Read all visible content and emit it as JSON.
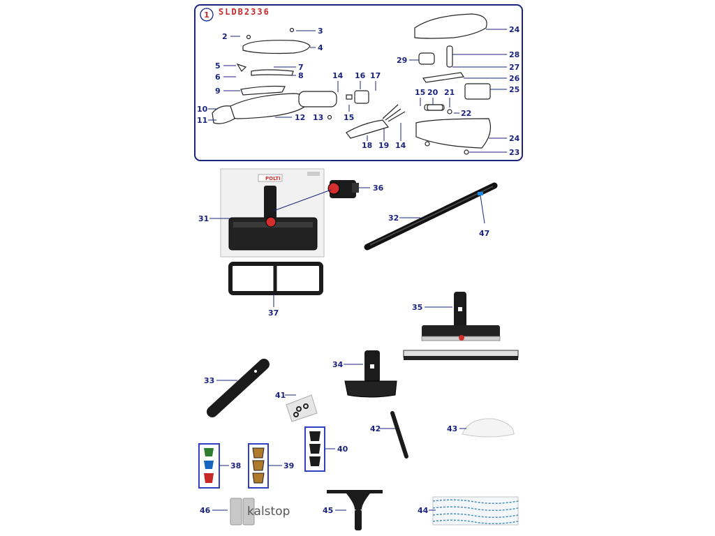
{
  "header": {
    "section_number": "1",
    "model_code": "SLDB2336"
  },
  "parts": [
    {
      "id": "p2",
      "label": "2"
    },
    {
      "id": "p3",
      "label": "3"
    },
    {
      "id": "p4",
      "label": "4"
    },
    {
      "id": "p5",
      "label": "5"
    },
    {
      "id": "p6",
      "label": "6"
    },
    {
      "id": "p7",
      "label": "7"
    },
    {
      "id": "p8",
      "label": "8"
    },
    {
      "id": "p9",
      "label": "9"
    },
    {
      "id": "p10",
      "label": "10"
    },
    {
      "id": "p11",
      "label": "11"
    },
    {
      "id": "p12",
      "label": "12"
    },
    {
      "id": "p13",
      "label": "13"
    },
    {
      "id": "p14a",
      "label": "14"
    },
    {
      "id": "p15a",
      "label": "15"
    },
    {
      "id": "p16",
      "label": "16"
    },
    {
      "id": "p17",
      "label": "17"
    },
    {
      "id": "p18",
      "label": "18"
    },
    {
      "id": "p19",
      "label": "19"
    },
    {
      "id": "p14b",
      "label": "14"
    },
    {
      "id": "p15b",
      "label": "15"
    },
    {
      "id": "p20",
      "label": "20"
    },
    {
      "id": "p21",
      "label": "21"
    },
    {
      "id": "p22",
      "label": "22"
    },
    {
      "id": "p23",
      "label": "23"
    },
    {
      "id": "p24a",
      "label": "24"
    },
    {
      "id": "p24b",
      "label": "24"
    },
    {
      "id": "p25",
      "label": "25"
    },
    {
      "id": "p26",
      "label": "26"
    },
    {
      "id": "p27",
      "label": "27"
    },
    {
      "id": "p28",
      "label": "28"
    },
    {
      "id": "p29",
      "label": "29"
    },
    {
      "id": "p31",
      "label": "31"
    },
    {
      "id": "p32",
      "label": "32"
    },
    {
      "id": "p33",
      "label": "33"
    },
    {
      "id": "p34",
      "label": "34"
    },
    {
      "id": "p35",
      "label": "35"
    },
    {
      "id": "p36",
      "label": "36"
    },
    {
      "id": "p37",
      "label": "37"
    },
    {
      "id": "p38",
      "label": "38"
    },
    {
      "id": "p39",
      "label": "39"
    },
    {
      "id": "p40",
      "label": "40"
    },
    {
      "id": "p41",
      "label": "41"
    },
    {
      "id": "p42",
      "label": "42"
    },
    {
      "id": "p43",
      "label": "43"
    },
    {
      "id": "p44",
      "label": "44"
    },
    {
      "id": "p45",
      "label": "45"
    },
    {
      "id": "p46",
      "label": "46"
    },
    {
      "id": "p47",
      "label": "47"
    }
  ],
  "product_texts": {
    "packaging_brand": "POLTI",
    "kalstop_logo": "kalstop"
  },
  "colors": {
    "frame": "#1a237e",
    "title": "#c62828",
    "highlight_box": "#2f3fbf",
    "nozzle_green": "#2e7d32",
    "nozzle_blue": "#1565c0",
    "nozzle_red": "#c62828",
    "nozzle_brass": "#b07a2c"
  }
}
